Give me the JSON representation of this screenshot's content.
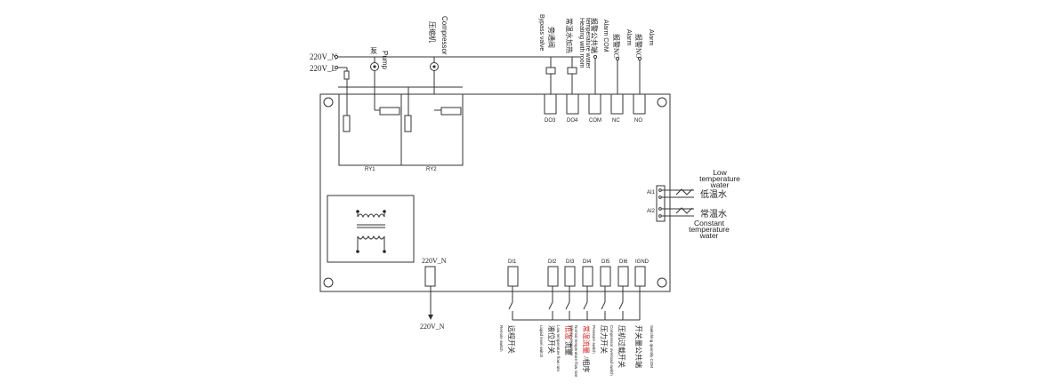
{
  "supply": {
    "neutral": "220V_N",
    "live": "220V_L"
  },
  "loads": {
    "pump_en": "Pump",
    "pump_cn": "泵",
    "compressor_en": "Compressor",
    "compressor_cn": "压缩机",
    "bypass_en": "Bypass valve",
    "bypass_cn": "旁通阀",
    "heating_en_1": "Heating with room",
    "heating_en_2": "temperature water",
    "heating_cn": "常温水加热",
    "alarm_com_cn": "报警公共端",
    "alarm_com_en": "Alarm COM",
    "alarm_nc_en": "Alarm",
    "alarm_nc_cn": "报警NC",
    "alarm_no_en": "Alarm",
    "alarm_no_cn": "报警NO"
  },
  "relays": {
    "ry1": "RY1",
    "ry2": "RY2"
  },
  "outputs": {
    "do3": "DO3",
    "do4": "DO4",
    "com": "COM",
    "nc": "NC",
    "no": "NO"
  },
  "analog": {
    "ai1": "AI1",
    "ai2": "AI2",
    "low_en_1": "Low",
    "low_en_2": "temperature",
    "low_en_3": "water",
    "low_cn": "低温水",
    "const_cn": "常温水",
    "const_en_1": "Constant",
    "const_en_2": "temperature",
    "const_en_3": "water"
  },
  "board_supply": {
    "top": "220V_N",
    "bottom": "220V_N"
  },
  "inputs": {
    "di1": "DI1",
    "di2": "DI2",
    "di3": "DI3",
    "di4": "DI4",
    "di5": "DI5",
    "di6": "DI6",
    "ignd": "IGND",
    "remote_cn": "远程开关",
    "remote_en": "Remote switch",
    "level_cn": "液位开关",
    "level_en": "Liquid level switch",
    "lowflow_cn_red": "低温",
    "lowflow_cn_black": "流量",
    "lowflow_en": "Low temperature flow rate",
    "normflow_cn_red": "常温流量",
    "normflow_cn_black": "/相序",
    "normflow_en_1": "Normal temperature flow rate",
    "normflow_en_2": "/phase sequence",
    "pressure_cn": "压力开关",
    "pressure_en": "Pressure switch",
    "overload_cn": "压机过载开关",
    "overload_en": "Compressor overload switch",
    "common_cn": "开关量公共端",
    "common_en": "Switching quantity COM"
  }
}
